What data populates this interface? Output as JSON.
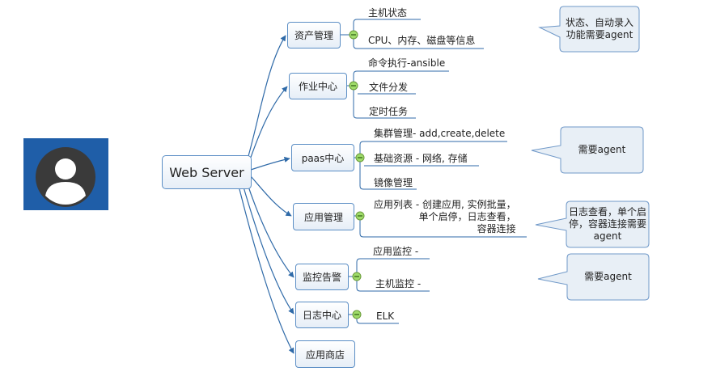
{
  "root": {
    "label": "Web Server"
  },
  "branches": [
    {
      "label": "资产管理",
      "leaves": [
        "主机状态",
        "CPU、内存、磁盘等信息"
      ]
    },
    {
      "label": "作业中心",
      "leaves": [
        "命令执行-ansible",
        "文件分发",
        "定时任务"
      ]
    },
    {
      "label": "paas中心",
      "leaves": [
        "集群管理-  add,create,delete",
        "基础资源 - 网络, 存储",
        "镜像管理"
      ]
    },
    {
      "label": "应用管理",
      "leaves": [
        "应用列表 - 创建应用, 实例批量，\n单个启停，日志查看，\n容器连接"
      ]
    },
    {
      "label": "监控告警",
      "leaves": [
        "应用监控 -",
        "主机监控 -"
      ]
    },
    {
      "label": "日志中心",
      "leaves": [
        "ELK"
      ]
    },
    {
      "label": "应用商店",
      "leaves": []
    }
  ],
  "callouts": [
    {
      "text": "状态、自动录入功能需要agent"
    },
    {
      "text": "需要agent"
    },
    {
      "text": "日志查看，单个启停，容器连接需要agent"
    },
    {
      "text": "需要agent"
    }
  ],
  "avatar": {
    "icon": "user-avatar-icon"
  },
  "colors": {
    "line": "#2f6aa8",
    "node_border": "#5b8ec5",
    "collapse_fill": "#9fdc6a",
    "avatar_bg": "#1f5ea8"
  }
}
